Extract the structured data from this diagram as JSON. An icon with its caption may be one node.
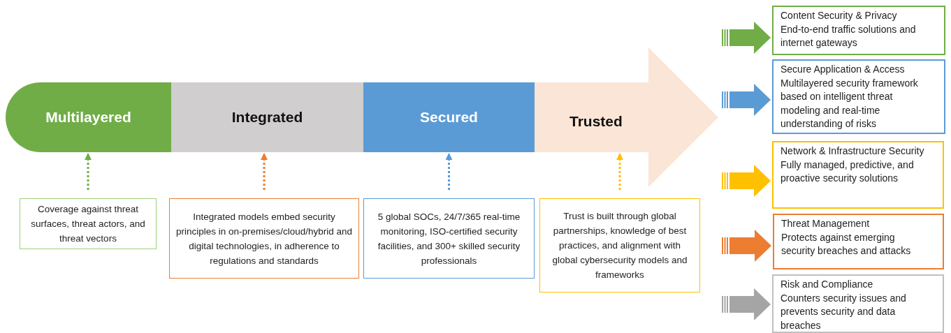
{
  "diagram": {
    "nodes": [
      {
        "text": [
          "Multilayered"
        ]
      },
      {
        "text": [
          "Integrated"
        ]
      },
      {
        "text": [
          "Secured"
        ]
      },
      {
        "text": [
          "Trusted"
        ]
      },
      {
        "text": [
          "Coverage against threat surfaces, threat actors, and threat vectors"
        ]
      },
      {
        "text": [
          "Integrated models embed security principles in on-premises/cloud/hybrid and digital technologies, in adherence to regulations and standards"
        ]
      },
      {
        "text": [
          "5 global SOCs, 24/7/365 real-time monitoring, ISO-certified security facilities, and 300+ skilled security professionals"
        ]
      },
      {
        "text": [
          "Trust is built through global partnerships, knowledge of best practices, and alignment with global cybersecurity models and frameworks"
        ]
      },
      {
        "text": [
          "Content Security & Privacy",
          "End-to-end traffic solutions and internet gateways"
        ]
      },
      {
        "text": [
          "Secure Application & Access",
          "Multilayered security framework based on intelligent threat modeling and real-time understanding of risks"
        ]
      },
      {
        "text": [
          "Network & Infrastructure Security",
          "Fully managed, predictive, and proactive security solutions"
        ]
      },
      {
        "text": [
          "Threat Management",
          "Protects against emerging security breaches and attacks"
        ]
      },
      {
        "text": [
          "Risk and Compliance",
          "Counters security issues and prevents security and data breaches"
        ]
      }
    ],
    "edges": [
      {
        "from": 4,
        "to": 0,
        "arrow": "to",
        "style": "dashed",
        "color": "#70ad47"
      },
      {
        "from": 5,
        "to": 1,
        "arrow": "to",
        "style": "dashed",
        "color": "#ed7d31"
      },
      {
        "from": 6,
        "to": 2,
        "arrow": "to",
        "style": "dashed",
        "color": "#5b9bd5"
      },
      {
        "from": 7,
        "to": 3,
        "arrow": "to",
        "style": "dashed",
        "color": "#ffc000"
      },
      {
        "from": null,
        "to": 8,
        "arrow": "to",
        "color": "#70ad47"
      },
      {
        "from": null,
        "to": 9,
        "arrow": "to",
        "color": "#5b9bd5"
      },
      {
        "from": null,
        "to": 10,
        "arrow": "to",
        "color": "#ffc000"
      },
      {
        "from": null,
        "to": 11,
        "arrow": "to",
        "color": "#ed7d31"
      },
      {
        "from": null,
        "to": 12,
        "arrow": "to",
        "color": "#a5a5a5"
      }
    ]
  }
}
